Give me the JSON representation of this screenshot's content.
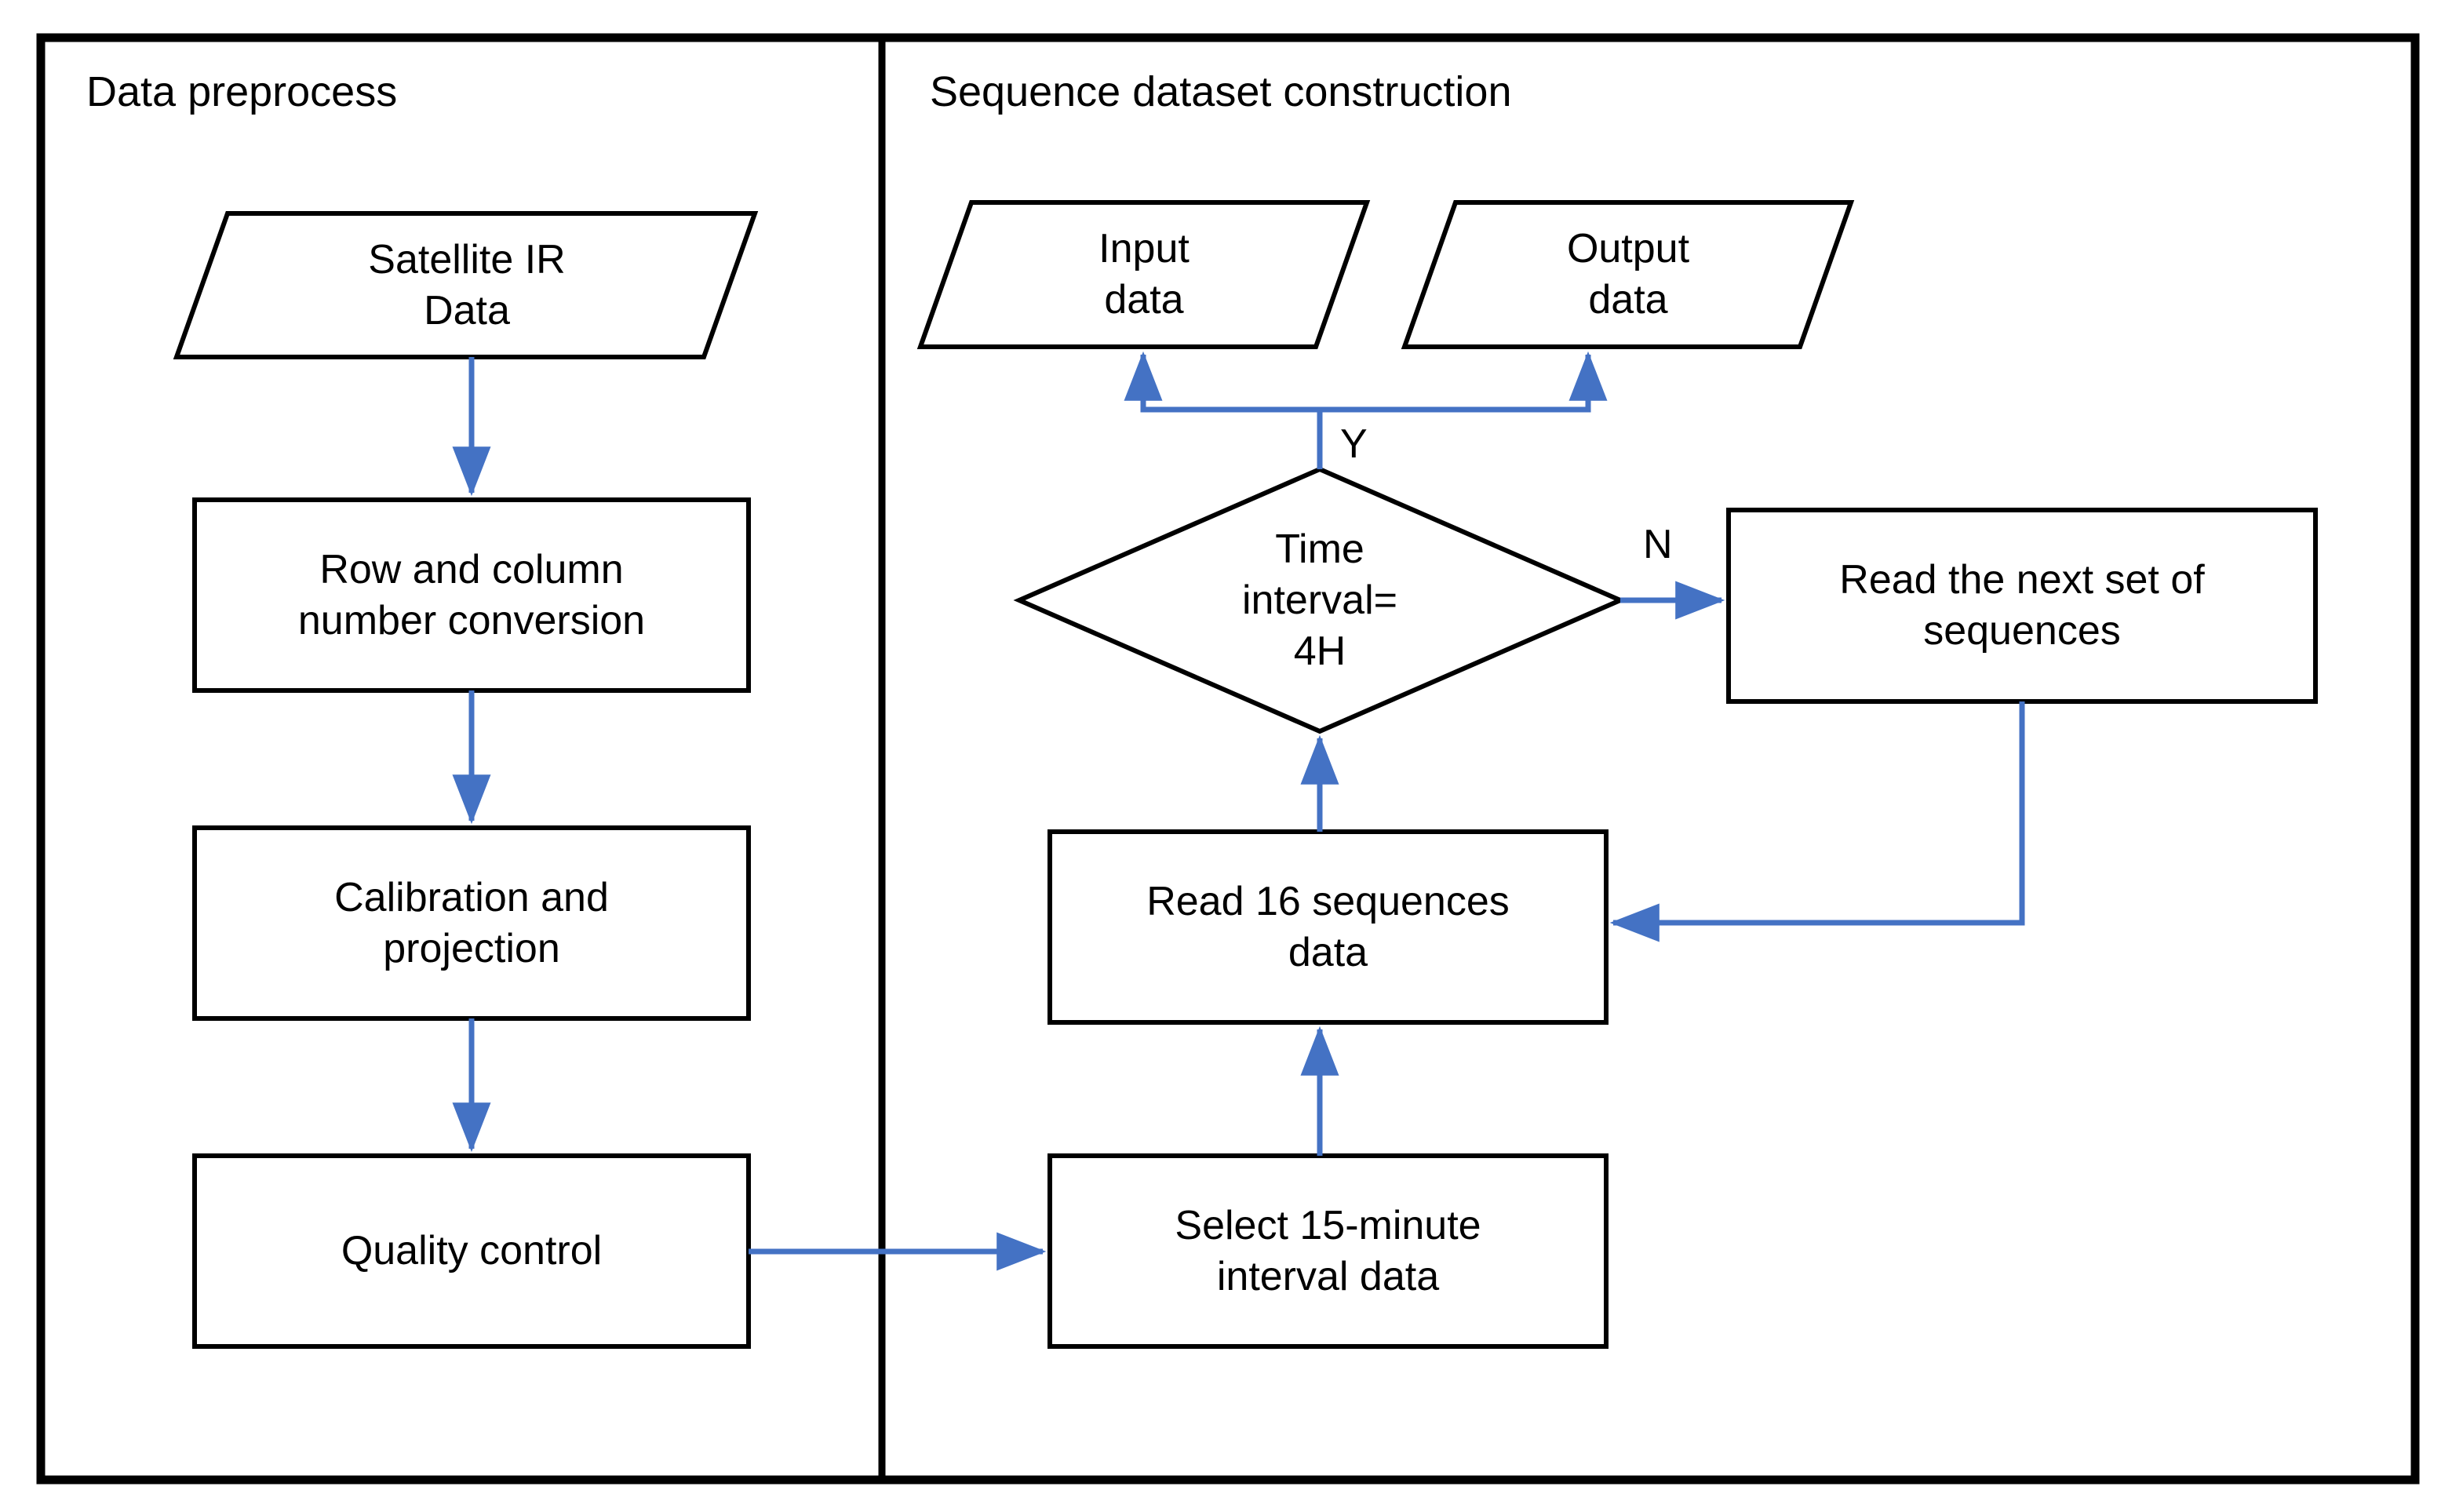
{
  "diagram": {
    "type": "flowchart",
    "title": "",
    "colors": {
      "frame": "#000000",
      "node_stroke": "#000000",
      "node_fill": "#ffffff",
      "arrow": "#4472C4",
      "text": "#000000",
      "background": "#ffffff"
    },
    "panels": [
      {
        "id": "panel-data-preprocess",
        "title": "Data preprocess"
      },
      {
        "id": "panel-sequence-dataset-construction",
        "title": "Sequence dataset construction"
      }
    ],
    "nodes": [
      {
        "id": "satellite-ir-data",
        "shape": "parallelogram",
        "label": "Satellite IR\nData",
        "panel": "panel-data-preprocess"
      },
      {
        "id": "row-and-column-number-conversion",
        "shape": "rectangle",
        "label": "Row and column\nnumber conversion",
        "panel": "panel-data-preprocess"
      },
      {
        "id": "calibration-and-projection",
        "shape": "rectangle",
        "label": "Calibration and\nprojection",
        "panel": "panel-data-preprocess"
      },
      {
        "id": "quality-control",
        "shape": "rectangle",
        "label": "Quality control",
        "panel": "panel-data-preprocess"
      },
      {
        "id": "input-data",
        "shape": "parallelogram",
        "label": "Input\ndata",
        "panel": "panel-sequence-dataset-construction"
      },
      {
        "id": "output-data",
        "shape": "parallelogram",
        "label": "Output\ndata",
        "panel": "panel-sequence-dataset-construction"
      },
      {
        "id": "time-interval-decision",
        "shape": "diamond",
        "label": "Time\ninterval=\n4H",
        "panel": "panel-sequence-dataset-construction"
      },
      {
        "id": "read-the-next-set-of-sequences",
        "shape": "rectangle",
        "label": "Read the next set of\nsequences",
        "panel": "panel-sequence-dataset-construction"
      },
      {
        "id": "read-16-sequences-data",
        "shape": "rectangle",
        "label": "Read 16 sequences\ndata",
        "panel": "panel-sequence-dataset-construction"
      },
      {
        "id": "select-15-minute-interval-data",
        "shape": "rectangle",
        "label": "Select 15-minute\ninterval data",
        "panel": "panel-sequence-dataset-construction"
      }
    ],
    "edges": [
      {
        "id": "edge-satellite-to-rowcol",
        "from": "satellite-ir-data",
        "to": "row-and-column-number-conversion",
        "label": ""
      },
      {
        "id": "edge-rowcol-to-calibration",
        "from": "row-and-column-number-conversion",
        "to": "calibration-and-projection",
        "label": ""
      },
      {
        "id": "edge-calibration-to-quality",
        "from": "calibration-and-projection",
        "to": "quality-control",
        "label": ""
      },
      {
        "id": "edge-quality-to-select15",
        "from": "quality-control",
        "to": "select-15-minute-interval-data",
        "label": ""
      },
      {
        "id": "edge-select15-to-read16",
        "from": "select-15-minute-interval-data",
        "to": "read-16-sequences-data",
        "label": ""
      },
      {
        "id": "edge-read16-to-decision",
        "from": "read-16-sequences-data",
        "to": "time-interval-decision",
        "label": ""
      },
      {
        "id": "edge-decision-to-inputdata",
        "from": "time-interval-decision",
        "to": "input-data",
        "label": "Y"
      },
      {
        "id": "edge-decision-to-outputdata",
        "from": "time-interval-decision",
        "to": "output-data",
        "label": "Y"
      },
      {
        "id": "edge-decision-to-readnext",
        "from": "time-interval-decision",
        "to": "read-the-next-set-of-sequences",
        "label": "N"
      },
      {
        "id": "edge-readnext-to-read16",
        "from": "read-the-next-set-of-sequences",
        "to": "read-16-sequences-data",
        "label": ""
      }
    ],
    "edge_labels": {
      "yes": "Y",
      "no": "N"
    }
  }
}
